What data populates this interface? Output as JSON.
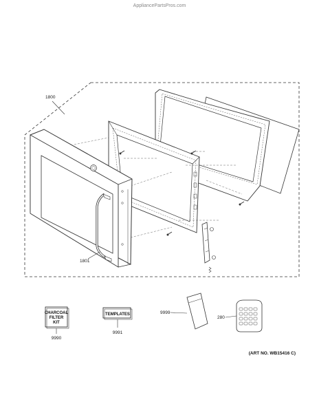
{
  "watermark": "AppliancePartsPros.com",
  "callouts": {
    "assembly": "1800",
    "handle": "1801",
    "bag": "9999",
    "keypad": "280"
  },
  "kits": {
    "charcoal_line1": "CHARCOAL",
    "charcoal_line2": "FILTER",
    "charcoal_line3": "KIT",
    "charcoal_number": "9990",
    "templates_label": "TEMPLATES",
    "templates_number": "9991"
  },
  "art_number": "(ART NO. WB15416 C)"
}
